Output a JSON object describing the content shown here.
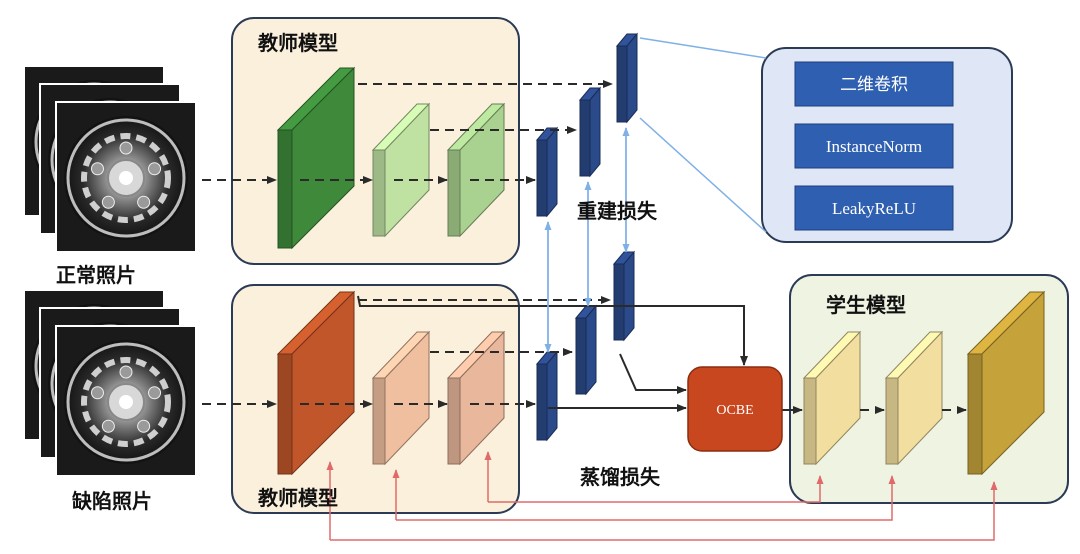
{
  "labels": {
    "teacher_top": "教师模型",
    "teacher_bottom": "教师模型",
    "student": "学生模型",
    "normal_photo": "正常照片",
    "defect_photo": "缺陷照片",
    "reconstruction_loss": "重建损失",
    "distillation_loss": "蒸馏损失",
    "ocbe": "OCBE"
  },
  "block_detail": {
    "layers": [
      "二维卷积",
      "InstanceNorm",
      "LeakyReLU"
    ]
  },
  "colors": {
    "panel_fill": "#fbf0dc",
    "student_panel_fill": "#eef3e2",
    "panel_stroke": "#2b3a55",
    "teacher_top_blocks": [
      "#3e8a3a",
      "#bfe1a2",
      "#a9d18f"
    ],
    "teacher_bottom_blocks": [
      "#c0562a",
      "#f0bfa0",
      "#e9b79b"
    ],
    "student_blocks": [
      "#f2dfa0",
      "#f2dfa0",
      "#c6a23a"
    ],
    "decoder": "#2b4a8a",
    "ocbe": "#c8471e",
    "detail_panel": "#dfe6f5",
    "detail_box": "#2f5fb0",
    "loss_arrow_blue": "#7fb0e6",
    "loss_arrow_red": "#e06a6a"
  }
}
